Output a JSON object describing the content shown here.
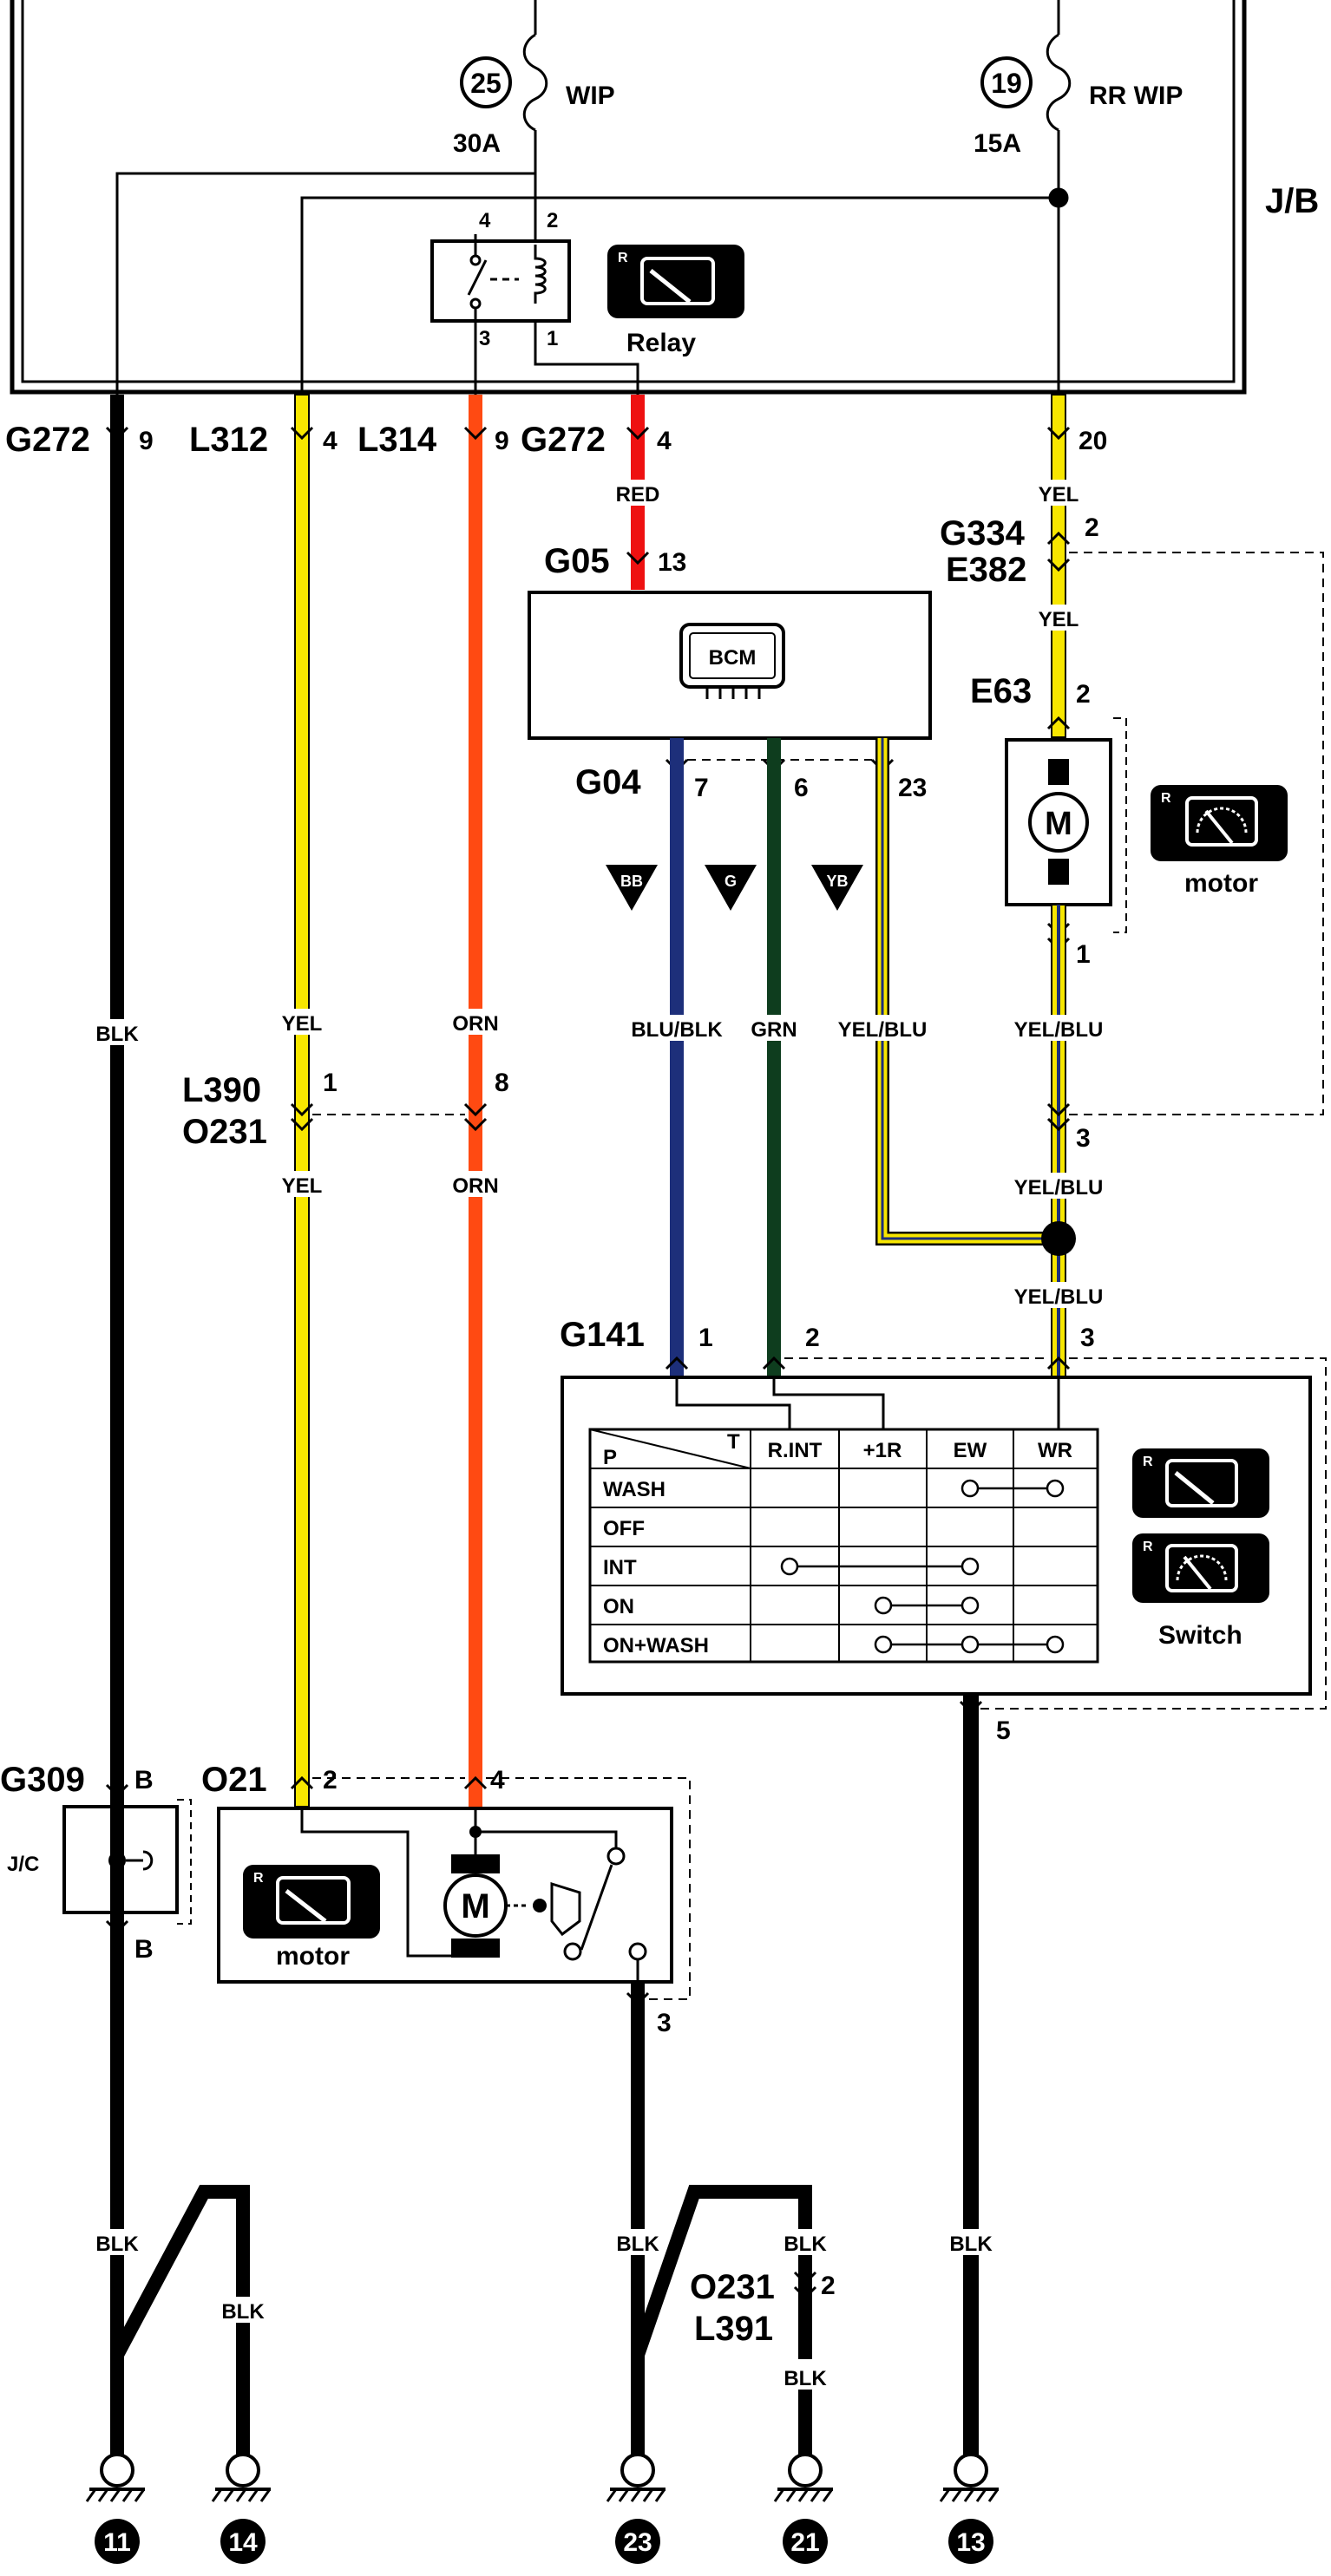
{
  "jb": {
    "label": "J/B",
    "fuse_wip": {
      "num": "25",
      "name": "WIP",
      "amp": "30A"
    },
    "fuse_rrwip": {
      "num": "19",
      "name": "RR WIP",
      "amp": "15A"
    },
    "relay": {
      "label": "Relay",
      "pins": [
        "4",
        "2",
        "3",
        "1"
      ],
      "badge": "R"
    }
  },
  "connectors": {
    "g272_left": {
      "name": "G272",
      "pin": "9"
    },
    "l312": {
      "name": "L312",
      "pin": "4"
    },
    "l314": {
      "name": "L314",
      "pin": "9"
    },
    "g272_right": {
      "name": "G272",
      "pin": "4"
    },
    "jb_pin20": "20",
    "g334": {
      "name": "G334",
      "pin": "2"
    },
    "e382": {
      "name": "E382"
    },
    "g05": {
      "name": "G05",
      "pin": "13"
    },
    "e63": {
      "name": "E63",
      "pin_top": "2",
      "pin_bottom": "1"
    },
    "g04": {
      "name": "G04",
      "pins": [
        "7",
        "6",
        "23"
      ]
    },
    "l390": {
      "name": "L390",
      "pins": [
        "1",
        "8"
      ]
    },
    "o231": {
      "name": "O231"
    },
    "e382_pin3": "3",
    "g141": {
      "name": "G141",
      "pins": [
        "1",
        "2",
        "3"
      ]
    },
    "switch_pin5": "5",
    "g309": {
      "name": "G309",
      "pin_top": "B",
      "pin_bottom": "B",
      "jc": "J/C"
    },
    "o21": {
      "name": "O21",
      "pins": [
        "2",
        "4",
        "3"
      ]
    },
    "o231_lower": {
      "name": "O231",
      "pin": "2"
    },
    "l391": {
      "name": "L391"
    }
  },
  "wire_labels": {
    "red": "RED",
    "yel": "YEL",
    "blk": "BLK",
    "orn": "ORN",
    "blu_blk": "BLU/BLK",
    "grn": "GRN",
    "yel_blu": "YEL/BLU"
  },
  "bcm": {
    "label": "BCM"
  },
  "triangles": [
    "BB",
    "G",
    "YB"
  ],
  "rear_motor": {
    "label": "motor",
    "badge": "R",
    "m": "M"
  },
  "front_motor": {
    "label": "motor",
    "badge": "R",
    "m": "M"
  },
  "switch": {
    "label": "Switch",
    "badge": "R",
    "corner_p": "P",
    "corner_t": "T",
    "columns": [
      "R.INT",
      "+1R",
      "EW",
      "WR"
    ],
    "rows": [
      "WASH",
      "OFF",
      "INT",
      "ON",
      "ON+WASH"
    ]
  },
  "grounds": [
    "11",
    "14",
    "23",
    "21",
    "13"
  ],
  "colors": {
    "black": "#000000",
    "yellow": "#f7e600",
    "orange": "#ff4a12",
    "red": "#ee1111",
    "blue": "#1d2f7a",
    "green": "#0e3d1e"
  }
}
